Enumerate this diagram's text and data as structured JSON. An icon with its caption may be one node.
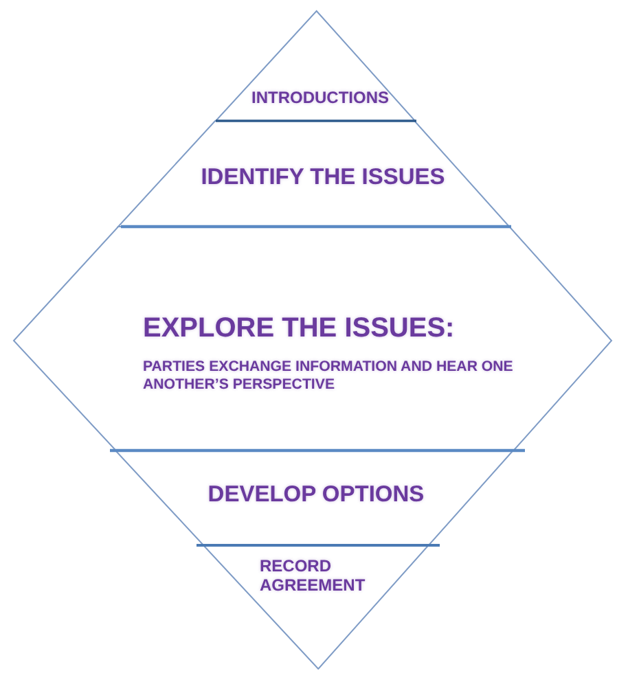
{
  "diagram": {
    "nodes": [
      {
        "text": [
          "INTRODUCTIONS"
        ]
      },
      {
        "text": [
          "IDENTIFY THE ISSUES"
        ]
      },
      {
        "text": [
          "EXPLORE THE ISSUES:",
          "PARTIES EXCHANGE INFORMATION AND HEAR ONE ANOTHER’S PERSPECTIVE"
        ]
      },
      {
        "text": [
          "DEVELOP OPTIONS"
        ]
      },
      {
        "text": [
          "RECORD AGREEMENT"
        ]
      }
    ]
  }
}
